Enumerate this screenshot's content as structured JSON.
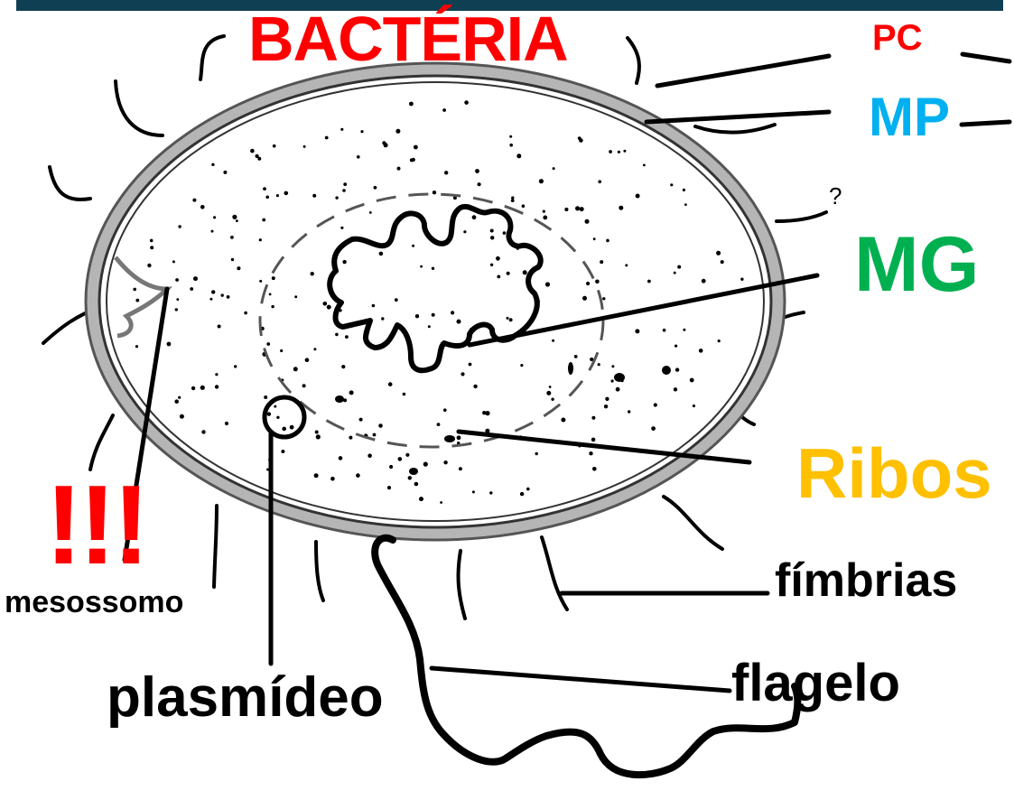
{
  "diagram": {
    "title": "BACTÉRIA",
    "warning": "!!!",
    "marks": {
      "question": "?"
    },
    "labels": {
      "pc": "PC",
      "mp": "MP",
      "mg": "MG",
      "ribos": "Ribos",
      "fimbrias": "fímbrias",
      "flagelo": "flagelo",
      "plasmideo": "plasmídeo",
      "mesossomo": "mesossomo"
    },
    "colors": {
      "title": "#ff0000",
      "pc": "#ff0000",
      "mp": "#00b0f0",
      "mg": "#00b050",
      "ribos": "#ffc000",
      "text": "#000000",
      "wall": "#b5b5b5",
      "top_bar": "#0f3f52"
    }
  }
}
